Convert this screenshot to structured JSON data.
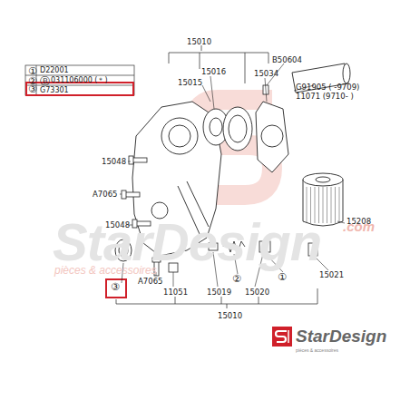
{
  "diagram": {
    "labels": [
      "①",
      "D22001",
      "②",
      "Ⓑ",
      "031106000 (＊)",
      "③",
      "G73301",
      "15010",
      "B50604",
      "15016",
      "15034",
      "15015",
      "G91905 (       -9709)",
      "11071  (9710-       )",
      "15048",
      "A7065",
      "15048",
      "15208",
      "A7065",
      "③",
      "11051",
      "15019",
      "②",
      "15020",
      "①",
      "15021",
      "15010",
      "StarDesign",
      ".com",
      "pièces & accessoires",
      "StarDesign",
      "pièces & accessoires"
    ]
  }
}
